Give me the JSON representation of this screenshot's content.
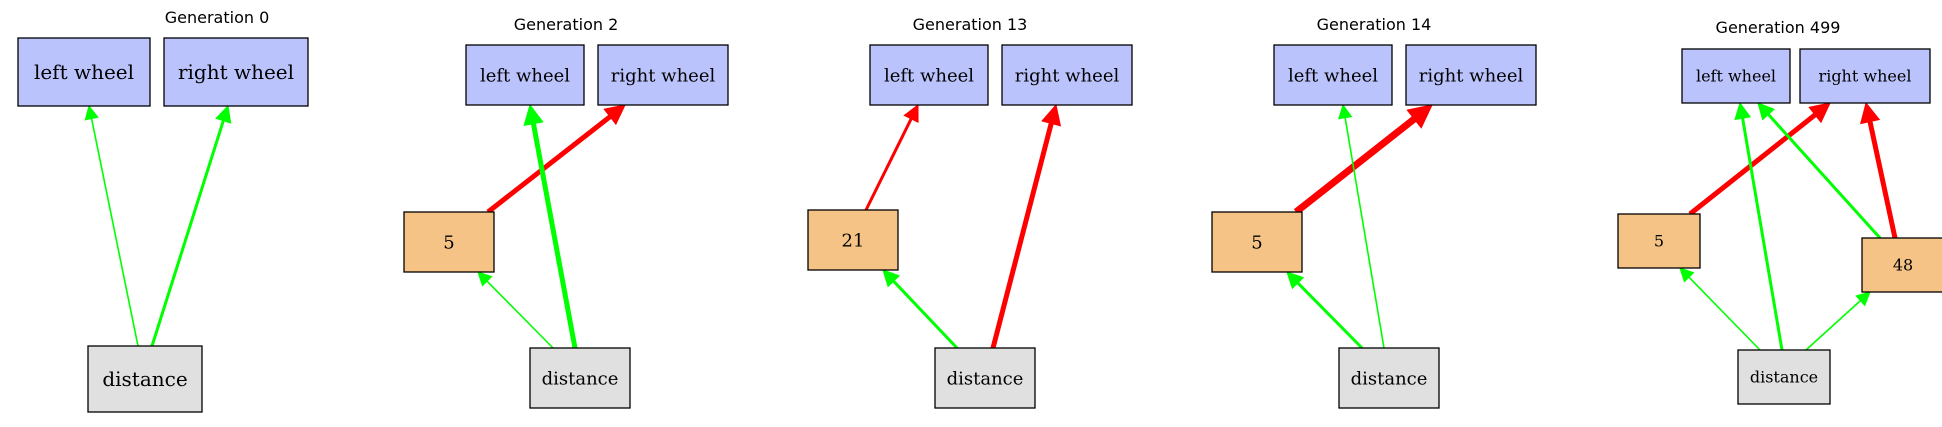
{
  "colors": {
    "output_node": "#bbc3fd",
    "hidden_node": "#f4c385",
    "input_node": "#e0e0e0",
    "excitatory_edge": "#00ff00",
    "inhibitory_edge": "#ff0000"
  },
  "generations": [
    {
      "title": "Generation 0",
      "nodes": [
        {
          "id": "lw",
          "label": "left wheel",
          "type": "output"
        },
        {
          "id": "rw",
          "label": "right wheel",
          "type": "output"
        },
        {
          "id": "d",
          "label": "distance",
          "type": "input"
        }
      ],
      "edges": [
        {
          "from": "d",
          "to": "lw",
          "sign": "positive",
          "weight": "weak"
        },
        {
          "from": "d",
          "to": "rw",
          "sign": "positive",
          "weight": "medium"
        }
      ]
    },
    {
      "title": "Generation 2",
      "nodes": [
        {
          "id": "lw",
          "label": "left wheel",
          "type": "output"
        },
        {
          "id": "rw",
          "label": "right wheel",
          "type": "output"
        },
        {
          "id": "h5",
          "label": "5",
          "type": "hidden"
        },
        {
          "id": "d",
          "label": "distance",
          "type": "input"
        }
      ],
      "edges": [
        {
          "from": "h5",
          "to": "rw",
          "sign": "negative",
          "weight": "strong"
        },
        {
          "from": "d",
          "to": "lw",
          "sign": "positive",
          "weight": "strong"
        },
        {
          "from": "d",
          "to": "h5",
          "sign": "positive",
          "weight": "weak"
        }
      ]
    },
    {
      "title": "Generation 13",
      "nodes": [
        {
          "id": "lw",
          "label": "left wheel",
          "type": "output"
        },
        {
          "id": "rw",
          "label": "right wheel",
          "type": "output"
        },
        {
          "id": "h21",
          "label": "21",
          "type": "hidden"
        },
        {
          "id": "d",
          "label": "distance",
          "type": "input"
        }
      ],
      "edges": [
        {
          "from": "h21",
          "to": "lw",
          "sign": "negative",
          "weight": "medium"
        },
        {
          "from": "d",
          "to": "rw",
          "sign": "negative",
          "weight": "strong"
        },
        {
          "from": "d",
          "to": "h21",
          "sign": "positive",
          "weight": "medium"
        }
      ]
    },
    {
      "title": "Generation 14",
      "nodes": [
        {
          "id": "lw",
          "label": "left wheel",
          "type": "output"
        },
        {
          "id": "rw",
          "label": "right wheel",
          "type": "output"
        },
        {
          "id": "h5",
          "label": "5",
          "type": "hidden"
        },
        {
          "id": "d",
          "label": "distance",
          "type": "input"
        }
      ],
      "edges": [
        {
          "from": "h5",
          "to": "rw",
          "sign": "negative",
          "weight": "very strong"
        },
        {
          "from": "d",
          "to": "lw",
          "sign": "positive",
          "weight": "weak"
        },
        {
          "from": "d",
          "to": "h5",
          "sign": "positive",
          "weight": "medium"
        }
      ]
    },
    {
      "title": "Generation 499",
      "nodes": [
        {
          "id": "lw",
          "label": "left wheel",
          "type": "output"
        },
        {
          "id": "rw",
          "label": "right wheel",
          "type": "output"
        },
        {
          "id": "h5",
          "label": "5",
          "type": "hidden"
        },
        {
          "id": "h48",
          "label": "48",
          "type": "hidden"
        },
        {
          "id": "d",
          "label": "distance",
          "type": "input"
        }
      ],
      "edges": [
        {
          "from": "h5",
          "to": "rw",
          "sign": "negative",
          "weight": "strong"
        },
        {
          "from": "h48",
          "to": "lw",
          "sign": "positive",
          "weight": "medium"
        },
        {
          "from": "h48",
          "to": "rw",
          "sign": "negative",
          "weight": "strong"
        },
        {
          "from": "d",
          "to": "lw",
          "sign": "positive",
          "weight": "medium"
        },
        {
          "from": "d",
          "to": "h5",
          "sign": "positive",
          "weight": "weak"
        },
        {
          "from": "d",
          "to": "h48",
          "sign": "positive",
          "weight": "weak"
        }
      ]
    }
  ]
}
